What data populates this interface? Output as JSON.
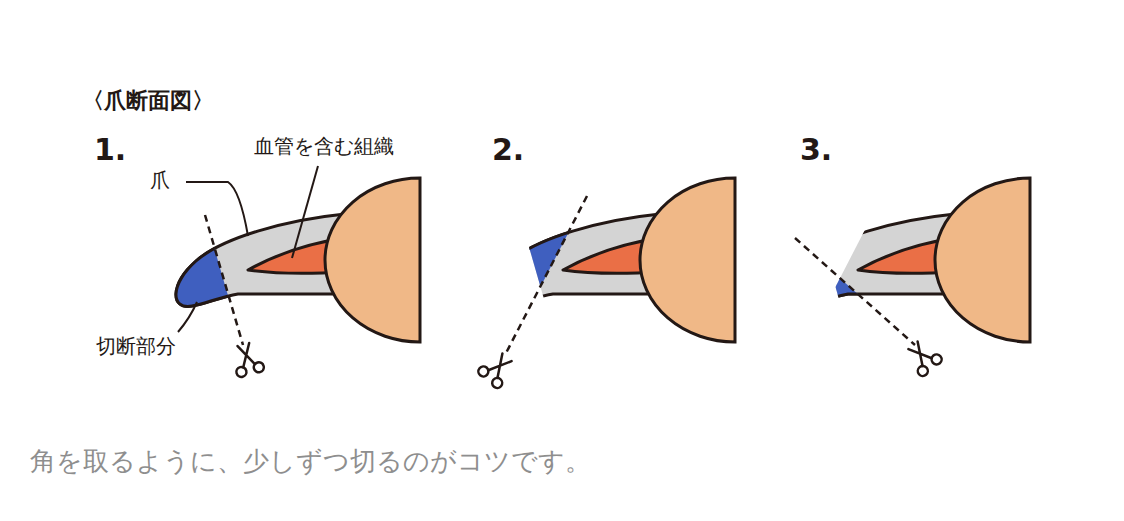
{
  "diagram": {
    "title": "〈爪断面図〉",
    "caption": "角を取るように、少しずつ切るのがコツです。",
    "labels": [
      "1.",
      "爪",
      "血管を含む組織",
      "切断部分",
      "2.",
      "3."
    ]
  }
}
